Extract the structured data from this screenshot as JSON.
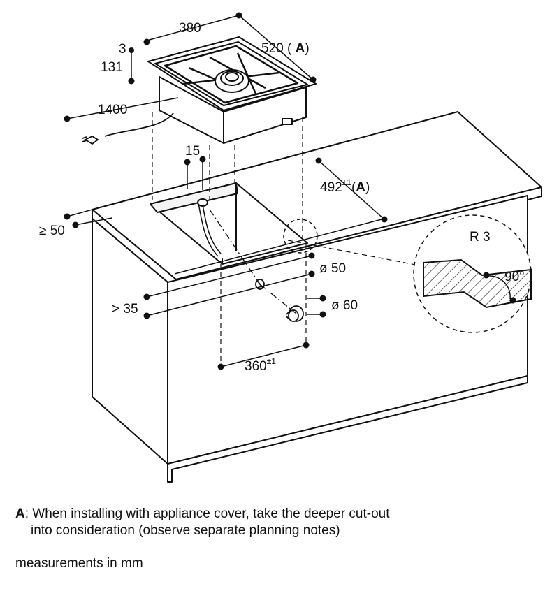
{
  "dimensions": {
    "width_380": "380",
    "depth_520": "520",
    "depth_520_ref": "A",
    "thickness_3": "3",
    "height_131": "131",
    "cable_1400": "1400",
    "edge_15": "15",
    "cutout_492": "492",
    "cutout_492_tol": "±1",
    "cutout_492_ref": "A",
    "front_50": "≥ 50",
    "hole_50": "ø 50",
    "front_35": "> 35",
    "hole_60": "ø 60",
    "cutout_360": "360",
    "cutout_360_tol": "±1",
    "radius": "R 3",
    "angle": "90°"
  },
  "notes": {
    "letter": "A",
    "line1": ": When installing with appliance cover, take the deeper cut-out",
    "line2": "into consideration (observe separate planning notes)",
    "units": "measurements in mm"
  },
  "colors": {
    "stroke": "#111111",
    "shade": "#cfcfcf"
  }
}
